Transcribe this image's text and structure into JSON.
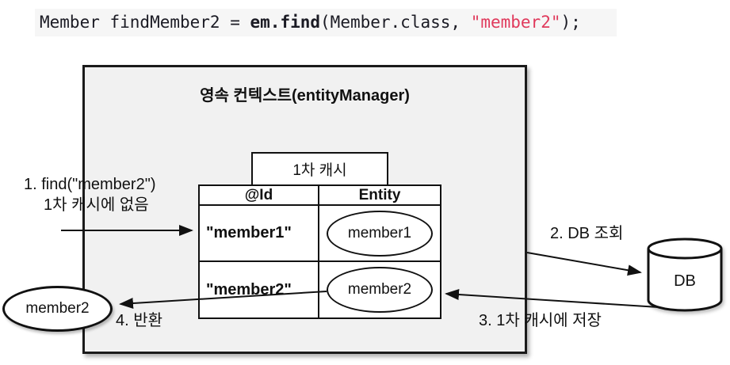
{
  "code": {
    "segments": [
      {
        "text": "Member findMember2 = ",
        "style": "plain"
      },
      {
        "text": "em.find",
        "style": "bold"
      },
      {
        "text": "(Member.class, ",
        "style": "plain"
      },
      {
        "text": "\"member2\"",
        "style": "string"
      },
      {
        "text": ");",
        "style": "plain"
      }
    ]
  },
  "diagram": {
    "context_title": "영속 컨텍스트(entityManager)",
    "cache_label": "1차 캐시",
    "table": {
      "headers": [
        "@Id",
        "Entity"
      ],
      "rows": [
        {
          "id": "\"member1\"",
          "entity": "member1"
        },
        {
          "id": "\"member2\"",
          "entity": "member2"
        }
      ]
    },
    "result_entity": "member2",
    "db_label": "DB",
    "steps": [
      {
        "label": "1. find(\"member2\")",
        "sub": "1차 캐시에 없음"
      },
      {
        "label": "2. DB 조회"
      },
      {
        "label": "3. 1차 캐시에 저장"
      },
      {
        "label": "4. 반환"
      }
    ]
  },
  "colors": {
    "code_string_red": "#e03a5c",
    "box_fill_gray": "#f1f1f1",
    "code_background": "#f6f6f6",
    "line_black": "#111111"
  }
}
